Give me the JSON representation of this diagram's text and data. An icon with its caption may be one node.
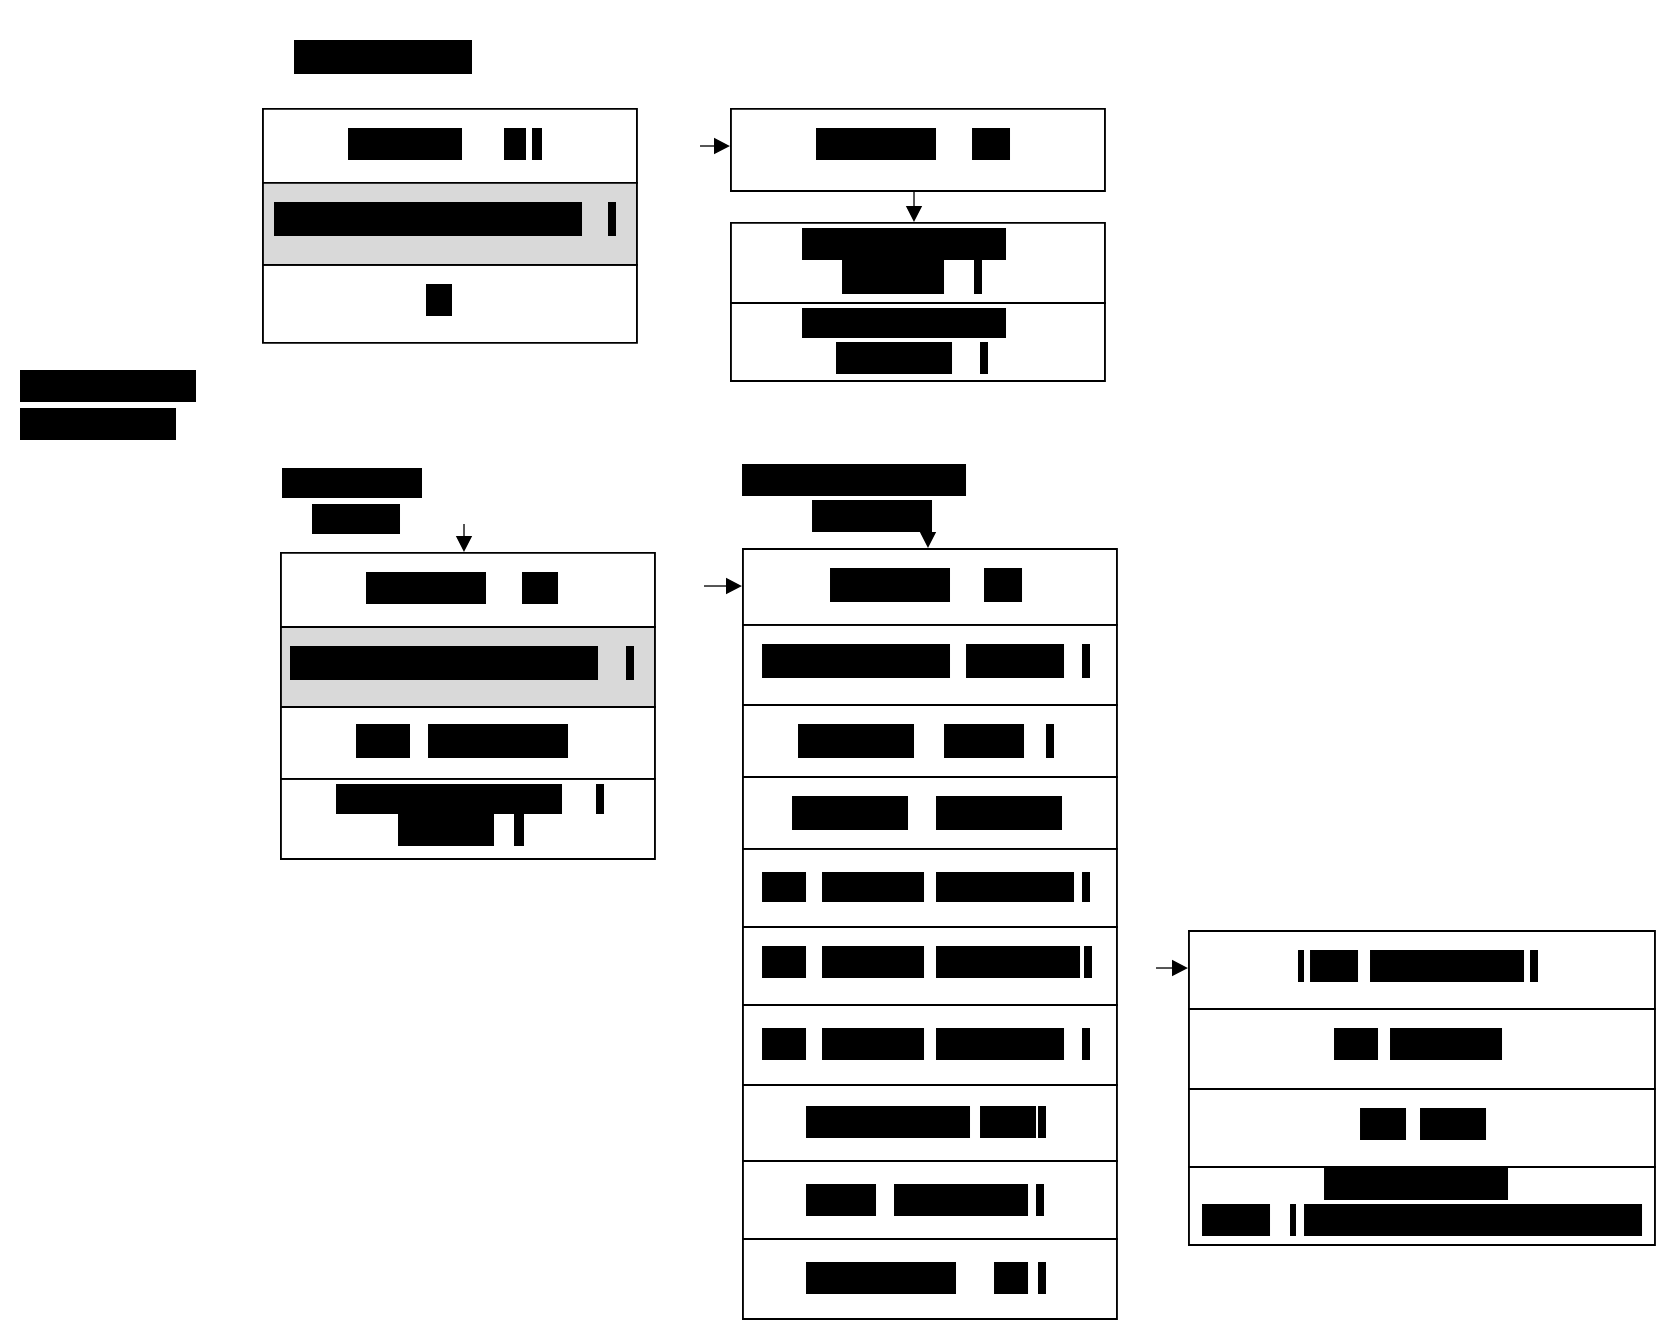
{
  "diagram": {
    "nodes": [
      {
        "text": [],
        "shape": "box"
      },
      {
        "text": [],
        "shape": "box"
      },
      {
        "text": [],
        "shape": "box"
      },
      {
        "text": [],
        "shape": "box"
      },
      {
        "text": [],
        "shape": "box"
      },
      {
        "text": [],
        "shape": "box"
      },
      {
        "text": [],
        "shape": "box"
      },
      {
        "text": [],
        "shape": "box"
      },
      {
        "text": [],
        "shape": "box"
      },
      {
        "text": [],
        "shape": "box"
      },
      {
        "text": [],
        "shape": "box"
      },
      {
        "text": [],
        "shape": "box"
      },
      {
        "text": [],
        "shape": "box"
      },
      {
        "text": [],
        "shape": "box"
      },
      {
        "text": [],
        "shape": "box"
      },
      {
        "text": [],
        "shape": "box"
      },
      {
        "text": [],
        "shape": "box"
      },
      {
        "text": [],
        "shape": "box"
      },
      {
        "text": [],
        "shape": "box"
      },
      {
        "text": [],
        "shape": "box"
      },
      {
        "text": [],
        "shape": "box"
      },
      {
        "text": [],
        "shape": "box"
      },
      {
        "text": [],
        "shape": "box"
      },
      {
        "text": [],
        "shape": "box"
      }
    ],
    "edges": [
      {
        "from": null,
        "to": 3,
        "arrow": "to"
      },
      {
        "from": 3,
        "to": 4,
        "arrow": "to"
      },
      {
        "from": null,
        "to": 6,
        "arrow": "to"
      },
      {
        "from": null,
        "to": 10,
        "arrow": "to"
      },
      {
        "from": null,
        "to": 10,
        "arrow": "to"
      },
      {
        "from": null,
        "to": 20,
        "arrow": "to"
      }
    ]
  }
}
